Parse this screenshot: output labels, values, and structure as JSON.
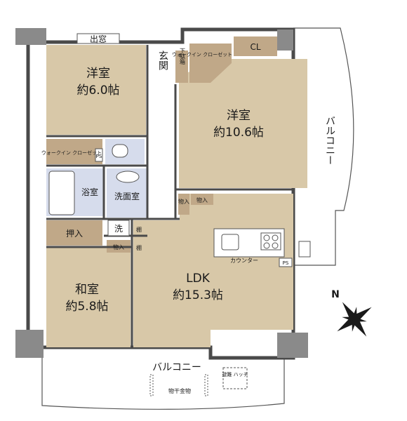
{
  "rooms": {
    "western_small": {
      "name": "洋室",
      "size": "約6.0帖"
    },
    "western_large": {
      "name": "洋室",
      "size": "約10.6帖"
    },
    "ldk": {
      "name": "LDK",
      "size": "約15.3帖"
    },
    "japanese": {
      "name": "和室",
      "size": "約5.8帖"
    }
  },
  "labels": {
    "bay_window": "出窓",
    "entrance": "玄関",
    "shoe_closet": "下駄箱",
    "walk_in_top": "ウォークイン クローゼット",
    "cl": "CL",
    "walk_in_left": "ウォークイン クローゼット",
    "ps": "PS",
    "bath": "浴室",
    "washroom": "洗面室",
    "washer": "洗",
    "shelf_a": "棚",
    "shelf_b": "棚",
    "oshiire": "押入",
    "storage_a": "物入",
    "storage_b": "物入",
    "storage_c": "物入",
    "counter": "カウンター",
    "ps_kitchen": "PS",
    "balcony_right": "バルコニー",
    "balcony_bottom": "バルコニー",
    "hatch": "避難 ハッチ",
    "laundry_pole": "物干金物",
    "north": "N"
  },
  "colors": {
    "room_fill": "#d8c8a8",
    "storage_fill": "#c0a888",
    "wet_fill": "#d6dcec",
    "wall": "#4a4a4a",
    "pillar": "#8a8a8a",
    "compass": "#1a1a1a"
  }
}
